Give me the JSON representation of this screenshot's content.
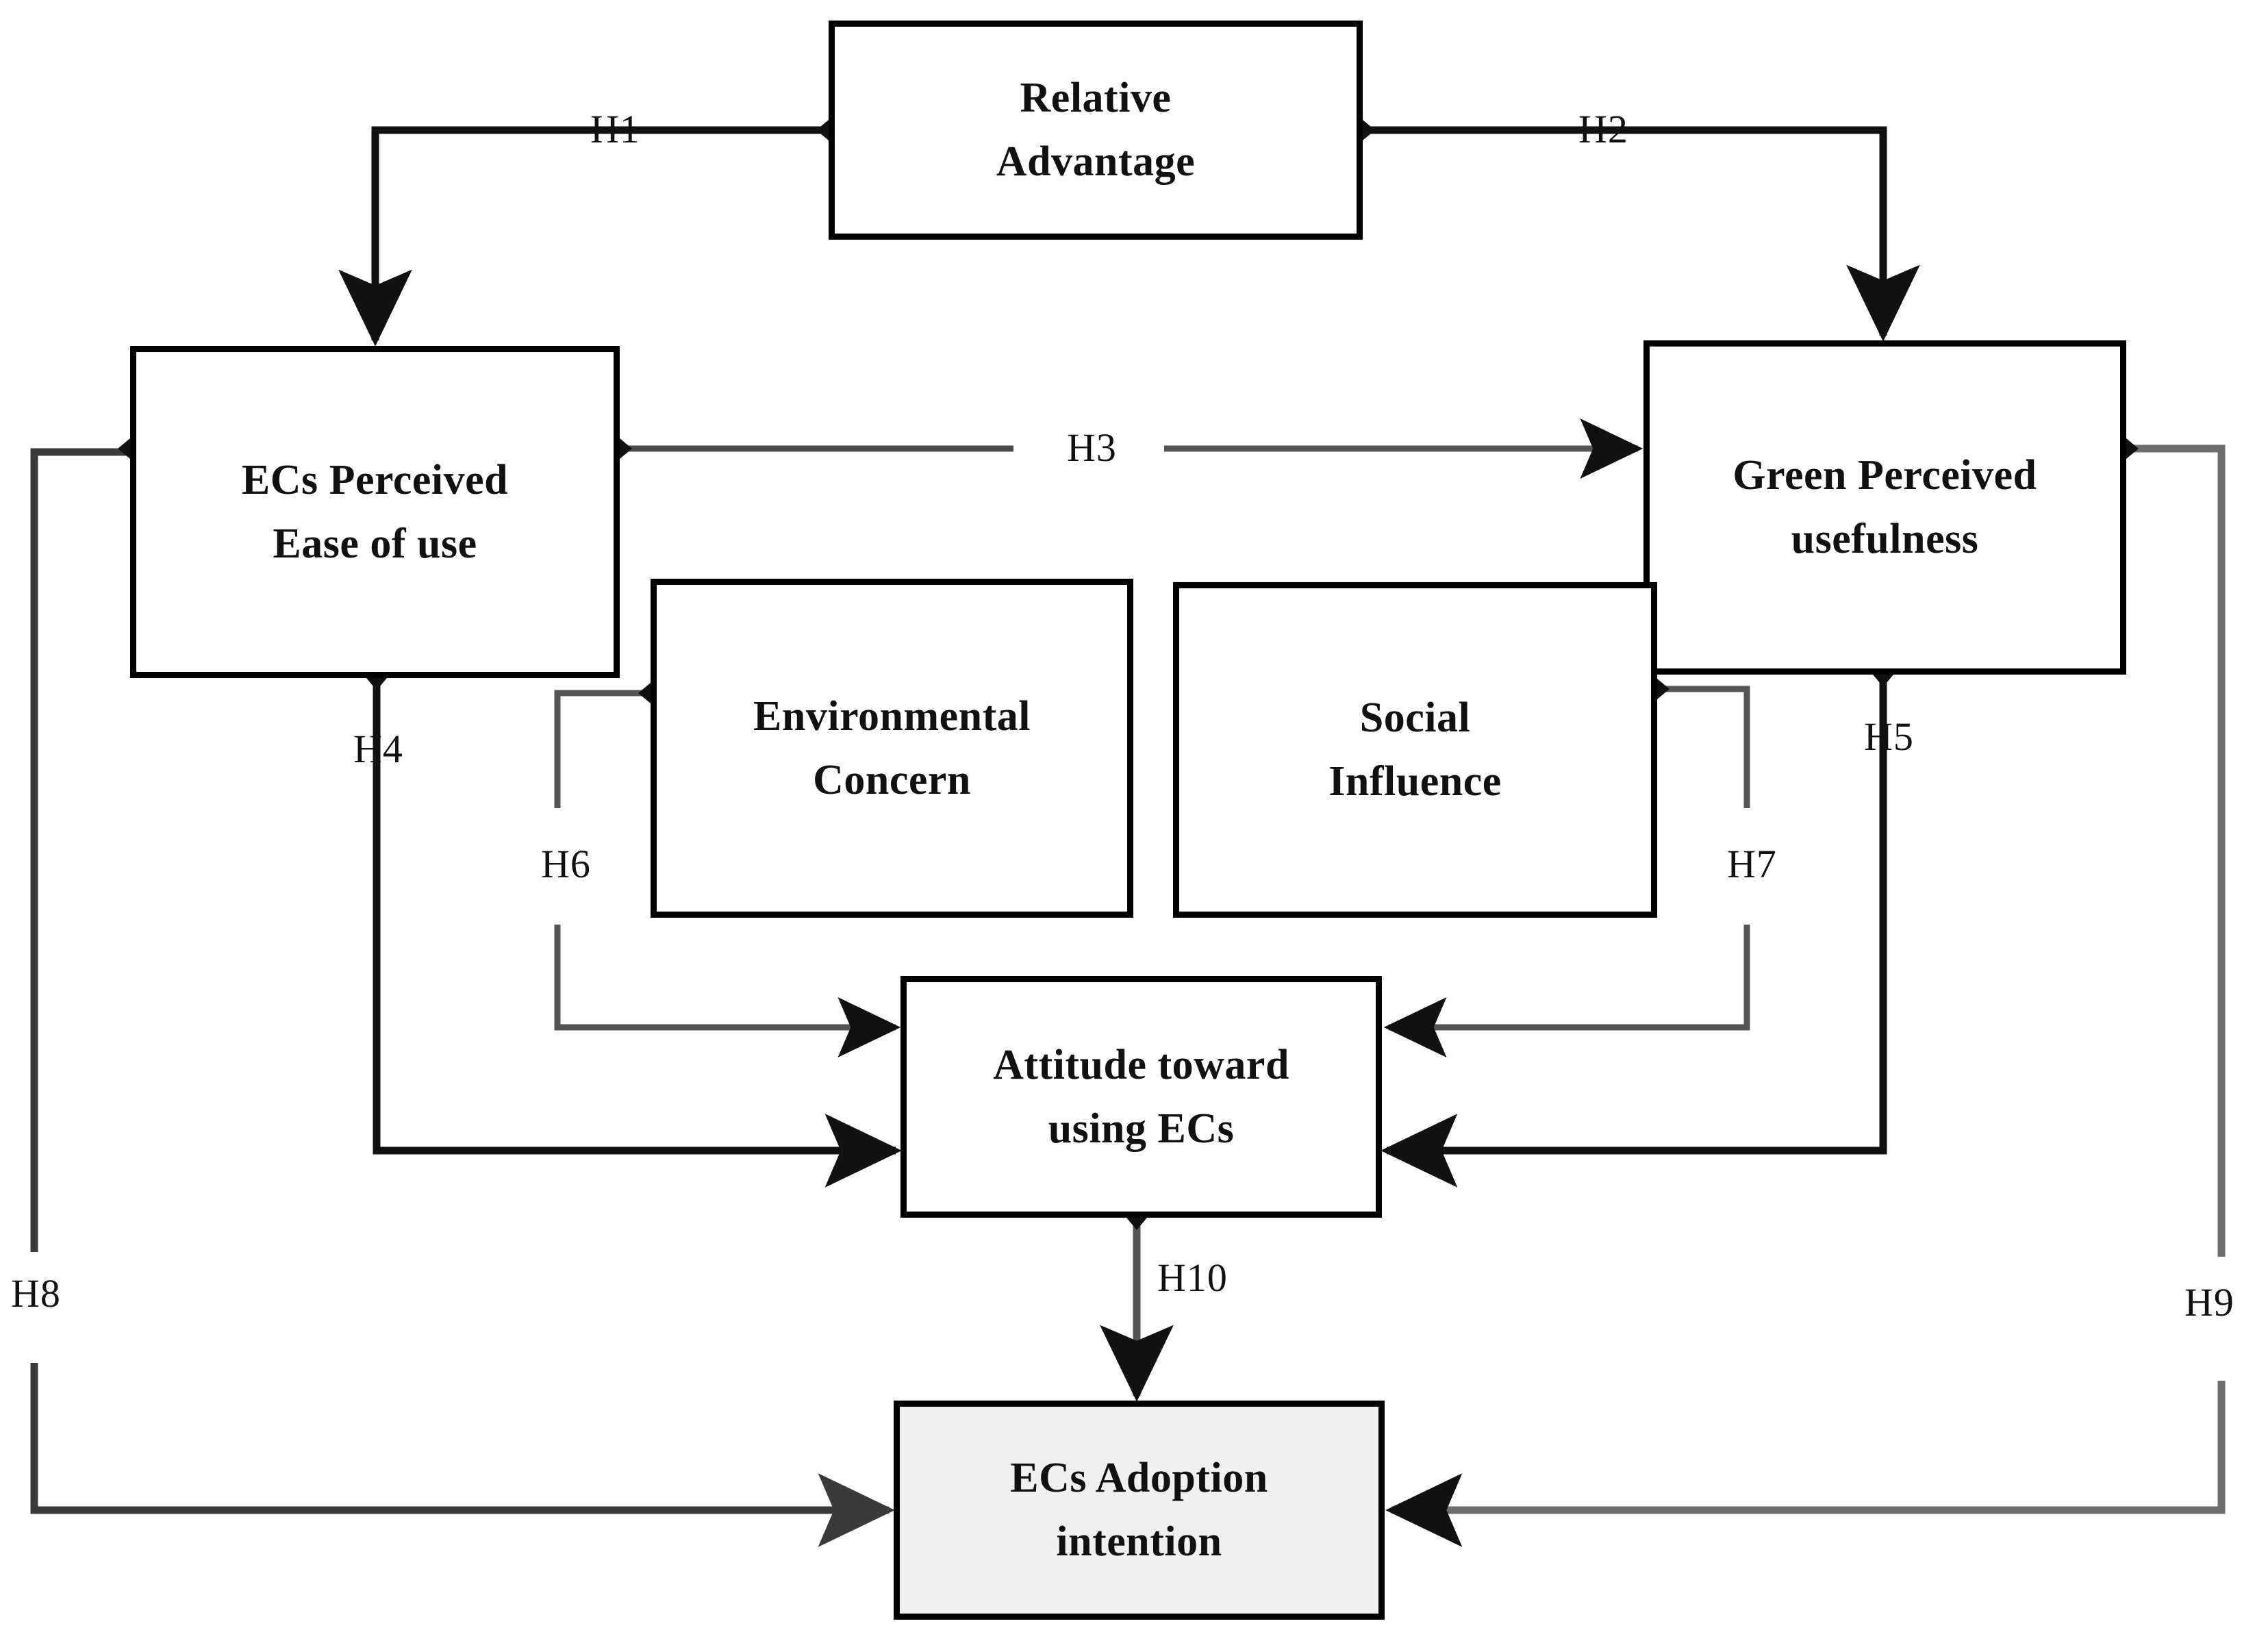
{
  "diagram": {
    "title": "ECs adoption intention research model",
    "type": "conceptual-model-path-diagram",
    "background_color": "#ffffff",
    "line_color": "#000000",
    "shaded_node_color": "#f0f0f0"
  },
  "nodes": [
    {
      "id": "relative-advantage",
      "label": "Relative\nAdvantage",
      "line1": "Relative",
      "line2": "Advantage",
      "shaded": false
    },
    {
      "id": "ecs-perceived-ease",
      "label": "ECs Perceived\nEase of use",
      "line1": "ECs Perceived",
      "line2": "Ease of use",
      "shaded": false
    },
    {
      "id": "green-perceived-use",
      "label": "Green Perceived\nusefulness",
      "line1": "Green Perceived",
      "line2": "usefulness",
      "shaded": false
    },
    {
      "id": "environmental-concern",
      "label": "Environmental\nConcern",
      "line1": "Environmental",
      "line2": "Concern",
      "shaded": false
    },
    {
      "id": "social-influence",
      "label": "Social\nInfluence",
      "line1": "Social",
      "line2": "Influence",
      "shaded": false
    },
    {
      "id": "attitude-toward-ecs",
      "label": "Attitude toward\nusing ECs",
      "line1": "Attitude toward",
      "line2": "using ECs",
      "shaded": false
    },
    {
      "id": "ecs-adoption-intent",
      "label": "ECs Adoption\nintention",
      "line1": "ECs Adoption",
      "line2": "intention",
      "shaded": true
    }
  ],
  "hypotheses": [
    {
      "id": "H1",
      "label": "H1",
      "from": "relative-advantage",
      "to": "ecs-perceived-ease"
    },
    {
      "id": "H2",
      "label": "H2",
      "from": "relative-advantage",
      "to": "green-perceived-use"
    },
    {
      "id": "H3",
      "label": "H3",
      "from": "ecs-perceived-ease",
      "to": "green-perceived-use"
    },
    {
      "id": "H4",
      "label": "H4",
      "from": "ecs-perceived-ease",
      "to": "attitude-toward-ecs"
    },
    {
      "id": "H5",
      "label": "H5",
      "from": "green-perceived-use",
      "to": "attitude-toward-ecs"
    },
    {
      "id": "H6",
      "label": "H6",
      "from": "environmental-concern",
      "to": "attitude-toward-ecs"
    },
    {
      "id": "H7",
      "label": "H7",
      "from": "social-influence",
      "to": "attitude-toward-ecs"
    },
    {
      "id": "H8",
      "label": "H8",
      "from": "ecs-perceived-ease",
      "to": "ecs-adoption-intent"
    },
    {
      "id": "H9",
      "label": "H9",
      "from": "green-perceived-use",
      "to": "ecs-adoption-intent"
    },
    {
      "id": "H10",
      "label": "H10",
      "from": "attitude-toward-ecs",
      "to": "ecs-adoption-intent"
    }
  ]
}
